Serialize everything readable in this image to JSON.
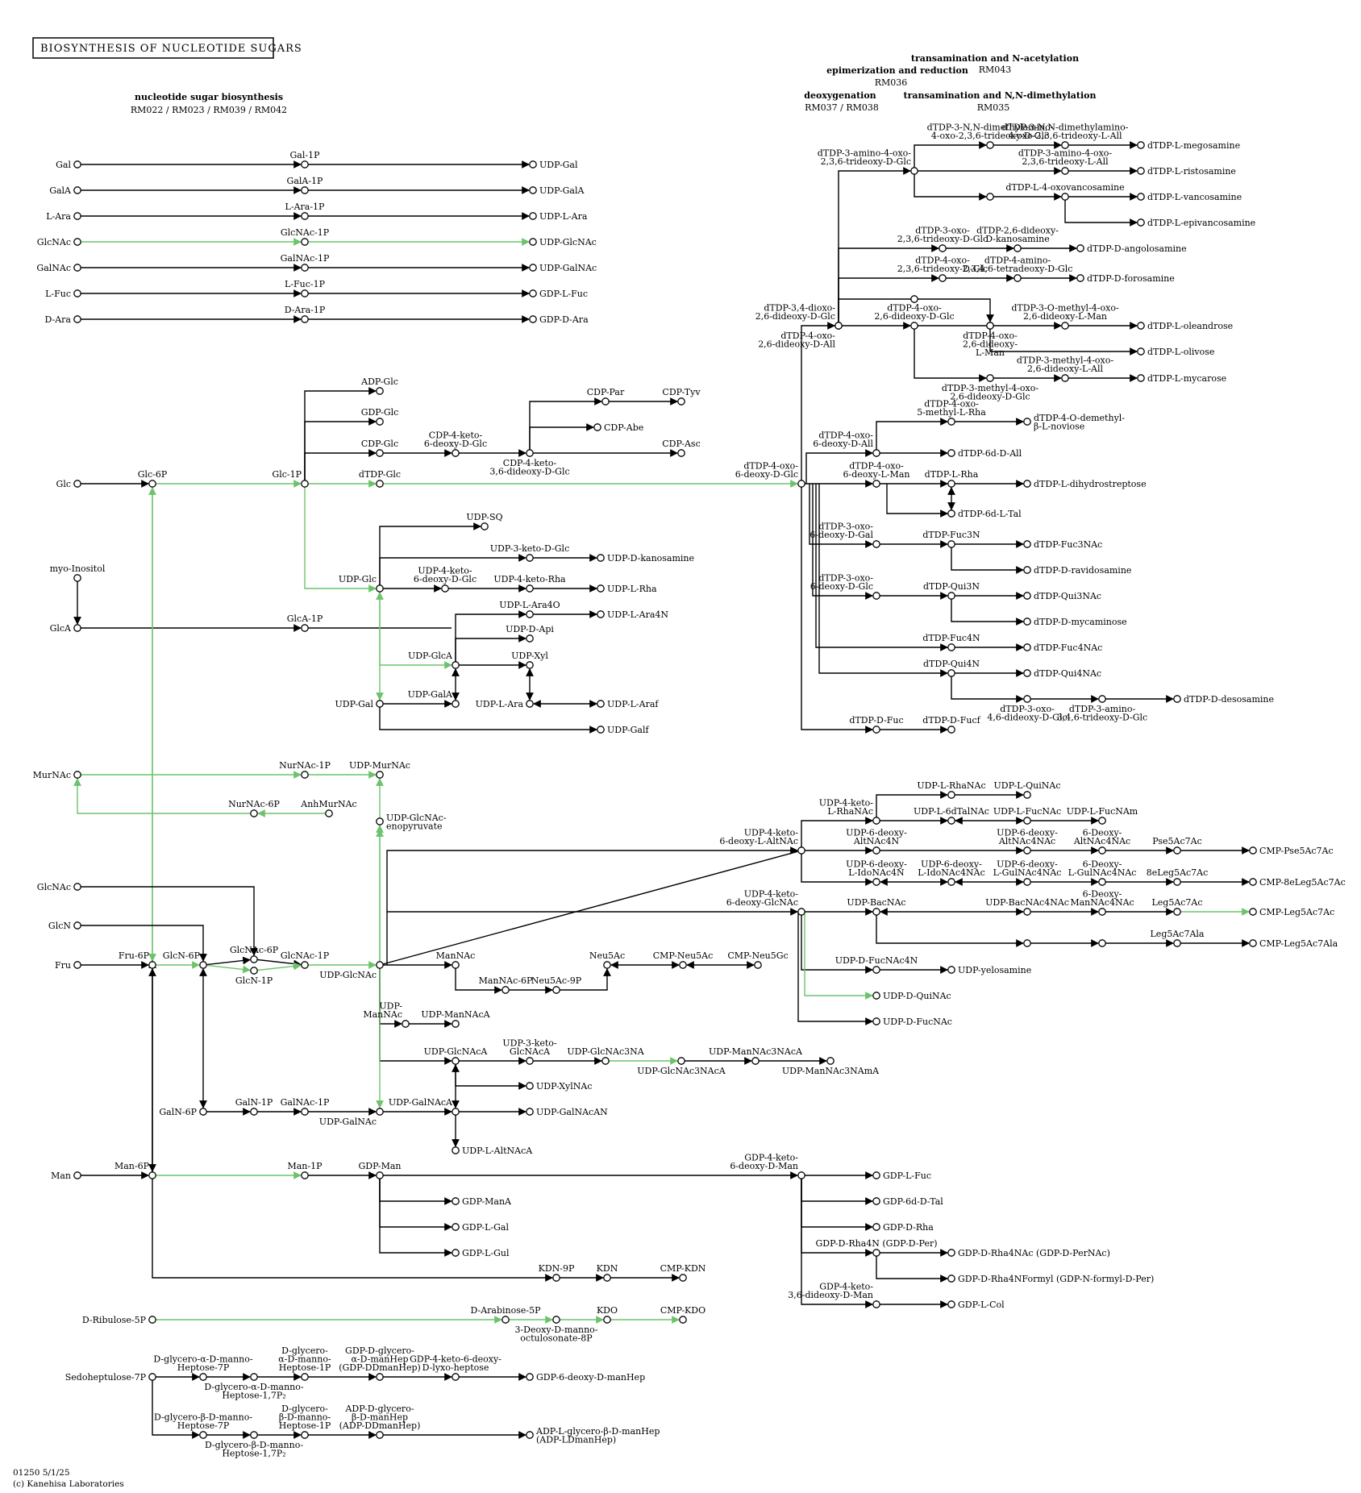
{
  "title": "BIOSYNTHESIS OF NUCLEOTIDE SUGARS",
  "footer": {
    "id_date": "01250 5/1/25",
    "copyright": "(c) Kanehisa Laboratories"
  },
  "modules": [
    {
      "name": "nucleotide sugar biosynthesis",
      "codes": "RM022 / RM023 / RM039 / RM042"
    },
    {
      "name": "transamination and N-acetylation",
      "codes": "RM043"
    },
    {
      "name": "epimerization and reduction",
      "codes": "RM036"
    },
    {
      "name": "deoxygenation",
      "codes": "RM037 / RM038"
    },
    {
      "name": "transamination and N,N-dimethylation",
      "codes": "RM035"
    }
  ],
  "labels": {
    "Gal": "Gal",
    "Gal1P": "Gal-1P",
    "UDPGal1": "UDP-Gal",
    "GalA": "GalA",
    "GalA1P": "GalA-1P",
    "UDPGalA": "UDP-GalA",
    "LAra": "L-Ara",
    "LAra1P": "L-Ara-1P",
    "UDPLAra": "UDP-L-Ara",
    "GlcNAc1": "GlcNAc",
    "GlcNAc1P1": "GlcNAc-1P",
    "UDPGlcNAc1": "UDP-GlcNAc",
    "GalNAc": "GalNAc",
    "GalNAc1P1": "GalNAc-1P",
    "UDPGalNAc1": "UDP-GalNAc",
    "LFuc": "L-Fuc",
    "LFuc1P": "L-Fuc-1P",
    "GDPLFuc1": "GDP-L-Fuc",
    "DAra": "D-Ara",
    "DAra1P": "D-Ara-1P",
    "GDPDAra": "GDP-D-Ara",
    "Glc": "Glc",
    "Glc6P": "Glc-6P",
    "Glc1P": "Glc-1P",
    "ADPGlc": "ADP-Glc",
    "GDPGlc": "GDP-Glc",
    "CDPGlc": "CDP-Glc",
    "dTDPGlc": "dTDP-Glc",
    "CDP4k6dGlc": "CDP-4-keto-\n6-deoxy-D-Glc",
    "CDP4k36dd": "CDP-4-keto-\n3,6-dideoxy-D-Glc",
    "CDPPar": "CDP-Par",
    "CDPTyv": "CDP-Tyv",
    "CDPAbe": "CDP-Abe",
    "CDPAsc": "CDP-Asc",
    "myoIno": "myo-Inositol",
    "GlcA": "GlcA",
    "GlcA1P": "GlcA-1P",
    "UDPSQ": "UDP-SQ",
    "UDPGlc": "UDP-Glc",
    "UDP3kGlc": "UDP-3-keto-D-Glc",
    "UDPDkan": "UDP-D-kanosamine",
    "UDP4k6dGlc": "UDP-4-keto-\n6-deoxy-D-Glc",
    "UDP4kRha": "UDP-4-keto-Rha",
    "UDPLRha": "UDP-L-Rha",
    "UDPLAra4O": "UDP-L-Ara4O",
    "UDPLAra4N": "UDP-L-Ara4N",
    "UDPDApi": "UDP-D-Api",
    "UDPGlcA": "UDP-GlcA",
    "UDPXyl": "UDP-Xyl",
    "UDPGalA2": "UDP-GalA",
    "UDPLAra2": "UDP-L-Ara",
    "UDPLAraf": "UDP-L-Araf",
    "UDPGal2": "UDP-Gal",
    "UDPGalf": "UDP-Galf",
    "MurNAc": "MurNAc",
    "NurNAc1P": "NurNAc-1P",
    "UDPMurNAc": "UDP-MurNAc",
    "NurNAc6P": "NurNAc-6P",
    "AnhMurNAc": "AnhMurNAc",
    "UDPGlcNAcEnol": "UDP-GlcNAc-\nenopyruvate",
    "GlcNAc2": "GlcNAc",
    "GlcN": "GlcN",
    "Fru": "Fru",
    "Fru6P": "Fru-6P",
    "GlcN6P": "GlcN-6P",
    "GlcNAc6P": "GlcNAc-6P",
    "GlcN1P": "GlcN-1P",
    "GlcNAc1P2": "GlcNAc-1P",
    "UDPGlcNAc2": "UDP-GlcNAc",
    "ManNAc": "ManNAc",
    "ManNAc6P": "ManNAc-6P",
    "Neu5Ac9P": "Neu5Ac-9P",
    "Neu5Ac": "Neu5Ac",
    "CMPNeu5Ac": "CMP-Neu5Ac",
    "CMPNeu5Gc": "CMP-Neu5Gc",
    "UDPManNAc": "UDP-\nManNAc",
    "UDPManNAcA": "UDP-ManNAcA",
    "UDPGlcNAcA": "UDP-GlcNAcA",
    "UDP3kGlcNAcA": "UDP-3-keto-\nGlcNAcA",
    "UDPGlcNAc3NA": "UDP-GlcNAc3NA",
    "UDPGlcNAc3NAcA": "UDP-GlcNAc3NAcA",
    "UDPManNAc3NAcA": "UDP-ManNAc3NAcA",
    "UDPManNAc3NAmA": "UDP-ManNAc3NAmA",
    "UDPXylNAc": "UDP-XylNAc",
    "GalN6P": "GalN-6P",
    "GalN1P": "GalN-1P",
    "GalNAc1P2": "GalNAc-1P",
    "UDPGalNAc2": "UDP-GalNAc",
    "UDPGalNAcA": "UDP-GalNAcA",
    "UDPGalNAcAN": "UDP-GalNAcAN",
    "UDPLAltNAcA": "UDP-L-AltNAcA",
    "Man": "Man",
    "Man6P": "Man-6P",
    "Man1P": "Man-1P",
    "GDPMan": "GDP-Man",
    "GDPManA": "GDP-ManA",
    "GDPLGal": "GDP-L-Gal",
    "GDPLGul": "GDP-L-Gul",
    "KDN9P": "KDN-9P",
    "KDN": "KDN",
    "CMPKDN": "CMP-KDN",
    "DRib5P": "D-Ribulose-5P",
    "DAra5P": "D-Arabinose-5P",
    "DMOct8P": "3-Deoxy-D-manno-\noctulosonate-8P",
    "KDO": "KDO",
    "CMPKDO": "CMP-KDO",
    "Sedo7P": "Sedoheptulose-7P",
    "DGaMH7P": "D-glycero-α-D-manno-\nHeptose-7P",
    "DGaMH17": "D-glycero-α-D-manno-\nHeptose-1,7P₂",
    "DGaMH1P": "D-glycero-\nα-D-manno-\nHeptose-1P",
    "GDPDDman": "GDP-D-glycero-\nα-D-manHep\n(GDP-DDmanHep)",
    "GDP4k6d": "GDP-4-keto-6-deoxy-\nD-lyxo-heptose",
    "GDP6dmanHep": "GDP-6-deoxy-D-manHep",
    "DGbMH7P": "D-glycero-β-D-manno-\nHeptose-7P",
    "DGbMH17": "D-glycero-β-D-manno-\nHeptose-1,7P₂",
    "DGbMH1P": "D-glycero-\nβ-D-manno-\nHeptose-1P",
    "ADPDDman": "ADP-D-glycero-\nβ-D-manHep\n(ADP-DDmanHep)",
    "ADPLman": "ADP-L-glycero-β-D-manHep\n(ADP-LDmanHep)",
    "GDP4k6dMan": "GDP-4-keto-\n6-deoxy-D-Man",
    "GDPLFuc2": "GDP-L-Fuc",
    "GDP6dDTal": "GDP-6d-D-Tal",
    "GDPDRha": "GDP-D-Rha",
    "GDPDRha4N": "GDP-D-Rha4N (GDP-D-Per)",
    "GDPDRha4NAc": "GDP-D-Rha4NAc (GDP-D-PerNAc)",
    "GDPDRha4NF": "GDP-D-Rha4NFormyl (GDP-N-formyl-D-Per)",
    "GDP4k36dMan": "GDP-4-keto-\n3,6-dideoxy-D-Man",
    "GDPLCol": "GDP-L-Col",
    "dTDP4k6dGlc": "dTDP-4-oxo-\n6-deoxy-D-Glc",
    "dTDP34dioxo": "dTDP-3,4-dioxo-\n2,6-dideoxy-D-Glc",
    "dTDP3a4o": "dTDP-3-amino-4-oxo-\n2,3,6-trideoxy-D-Glc",
    "dTDP3NN": "dTDP-3-N,N-dimethylamino-\n4-oxo-2,3,6-trideoxy-D-Glc",
    "dTDP3NNAll": "dTDP-3-N,N-dimethylamino-\n4-oxo-2,3,6-trideoxy-L-All",
    "dTDPLmeg": "dTDP-L-megosamine",
    "dTDP3a4oAll": "dTDP-3-amino-4-oxo-\n2,3,6-trideoxy-L-All",
    "dTDPLris": "dTDP-L-ristosamine",
    "dTDPL4oxovan": "dTDP-L-4-oxovancosamine",
    "dTDPLvan": "dTDP-L-vancosamine",
    "dTDPLepivan": "dTDP-L-epivancosamine",
    "dTDP3oxo": "dTDP-3-oxo-\n2,3,6-trideoxy-D-Glc",
    "dTDP26kan": "dTDP-2,6-dideoxy-\nD-kanosamine",
    "dTDPDang": "dTDP-D-angolosamine",
    "dTDP4oxo236": "dTDP-4-oxo-\n2,3,6-trideoxy-D-Glc",
    "dTDP4amino": "dTDP-4-amino-\n2,3,4,6-tetradeoxy-D-Glc",
    "dTDPDfor": "dTDP-D-forosamine",
    "dTDP4oxo26": "dTDP-4-oxo-\n2,6-dideoxy-D-Glc",
    "dTDP3Ome": "dTDP-3-O-methyl-4-oxo-\n2,6-dideoxy-L-Man",
    "dTDPLole": "dTDP-L-oleandrose",
    "dTDP4oxoAll": "dTDP-4-oxo-\n2,6-dideoxy-D-All",
    "dTDP4oxoLMan": "dTDP-4-oxo-\n2,6-dideoxy-\nL-Man",
    "dTDPLoli": "dTDP-L-olivose",
    "dTDP3me4oAll": "dTDP-3-methyl-4-oxo-\n2,6-dideoxy-L-All",
    "dTDP3me4oGlc": "dTDP-3-methyl-4-oxo-\n2,6-dideoxy-D-Glc",
    "dTDPLmyc": "dTDP-L-mycarose",
    "dTDP4o5me": "dTDP-4-oxo-\n5-methyl-L-Rha",
    "dTDP4Odem": "dTDP-4-O-demethyl-\nβ-L-noviose",
    "dTDP4o6dAll": "dTDP-4-oxo-\n6-deoxy-D-All",
    "dTDP6dDAll": "dTDP-6d-D-All",
    "dTDP4o6dLMan": "dTDP-4-oxo-\n6-deoxy-L-Man",
    "dTDPLRha": "dTDP-L-Rha",
    "dTDPLdhs": "dTDP-L-dihydrostreptose",
    "dTDP6dLTal": "dTDP-6d-L-Tal",
    "dTDP3o6dGal": "dTDP-3-oxo-\n6-deoxy-D-Gal",
    "dTDPFuc3N": "dTDP-Fuc3N",
    "dTDPFuc3NAc": "dTDP-Fuc3NAc",
    "dTDPDrav": "dTDP-D-ravidosamine",
    "dTDP3o6dGlc": "dTDP-3-oxo-\n6-deoxy-D-Glc",
    "dTDPQui3N": "dTDP-Qui3N",
    "dTDPQui3NAc": "dTDP-Qui3NAc",
    "dTDPDmyc": "dTDP-D-mycaminose",
    "dTDPFuc4N": "dTDP-Fuc4N",
    "dTDPFuc4NAc": "dTDP-Fuc4NAc",
    "dTDPQui4N": "dTDP-Qui4N",
    "dTDPQui4NAc": "dTDP-Qui4NAc",
    "dTDP3o46": "dTDP-3-oxo-\n4,6-dideoxy-D-Glc",
    "dTDP3a346": "dTDP-3-amino-\n3,4,6-trideoxy-D-Glc",
    "dTDPDdes": "dTDP-D-desosamine",
    "dTDPDFuc": "dTDP-D-Fuc",
    "dTDPDFucf": "dTDP-D-Fucf",
    "UDP4kLRhaNAc": "UDP-4-keto-\nL-RhaNAc",
    "UDPLRhaNAc": "UDP-L-RhaNAc",
    "UDPLQuiNAc": "UDP-L-QuiNAc",
    "UDPL6dTal": "UDP-L-6dTalNAc",
    "UDPLFucNAc": "UDP-L-FucNAc",
    "UDPLFucNAm": "UDP-L-FucNAm",
    "UDP4k6dLAlt": "UDP-4-keto-\n6-deoxy-L-AltNAc",
    "UDP6dAlt4N": "UDP-6-deoxy-\nAltNAc4N",
    "UDP6dAlt4NAc": "UDP-6-deoxy-\nAltNAc4NAc",
    "Deoxy6AltNAc4NAc": "6-Deoxy-\nAltNAc4NAc",
    "Pse5Ac7Ac": "Pse5Ac7Ac",
    "CMPPse": "CMP-Pse5Ac7Ac",
    "UDP6dLIdo": "UDP-6-deoxy-\nL-IdoNAc4N",
    "UDP6dLIdoAc": "UDP-6-deoxy-\nL-IdoNAc4NAc",
    "UDP6dLGul": "UDP-6-deoxy-\nL-GulNAc4NAc",
    "Deoxy6LGul": "6-Deoxy-\nL-GulNAc4NAc",
    "eLeg": "8eLeg5Ac7Ac",
    "CMP8eLeg": "CMP-8eLeg5Ac7Ac",
    "UDP4k6dGlcNAc": "UDP-4-keto-\n6-deoxy-GlcNAc",
    "UDPBacNAc": "UDP-BacNAc",
    "UDPBacNAc4NAc": "UDP-BacNAc4NAc",
    "Deoxy6Man": "6-Deoxy-\nManNAc4NAc",
    "Leg5Ac7Ac": "Leg5Ac7Ac",
    "CMPLeg": "CMP-Leg5Ac7Ac",
    "Leg5Ac7Ala": "Leg5Ac7Ala",
    "CMPLegAla": "CMP-Leg5Ac7Ala",
    "UDPDFucNAc4N": "UDP-D-FucNAc4N",
    "UDPyelo": "UDP-yelosamine",
    "UDPDQuiNAc": "UDP-D-QuiNAc",
    "UDPDFucNAc": "UDP-D-FucNAc"
  }
}
